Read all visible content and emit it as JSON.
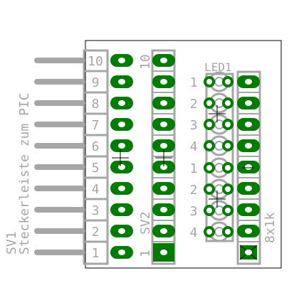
{
  "sv1": {
    "name": "SV1",
    "description": "Steckerleiste zum PIC",
    "pins": [
      "1",
      "2",
      "3",
      "4",
      "5",
      "6",
      "7",
      "8",
      "9",
      "10"
    ]
  },
  "sv2": {
    "name": "SV2",
    "label_top": "10",
    "label_bottom": "1"
  },
  "led1": {
    "name": "LED1",
    "pins_upper": [
      "1",
      "2",
      "3",
      "4"
    ],
    "pins_lower": [
      "1",
      "2",
      "3",
      "4"
    ]
  },
  "resistor": {
    "value": "8x1k"
  },
  "colors": {
    "copper": "#007d00",
    "silkscreen": "#a6a6a6",
    "outline": "#000000",
    "drill": "#ffffff"
  }
}
